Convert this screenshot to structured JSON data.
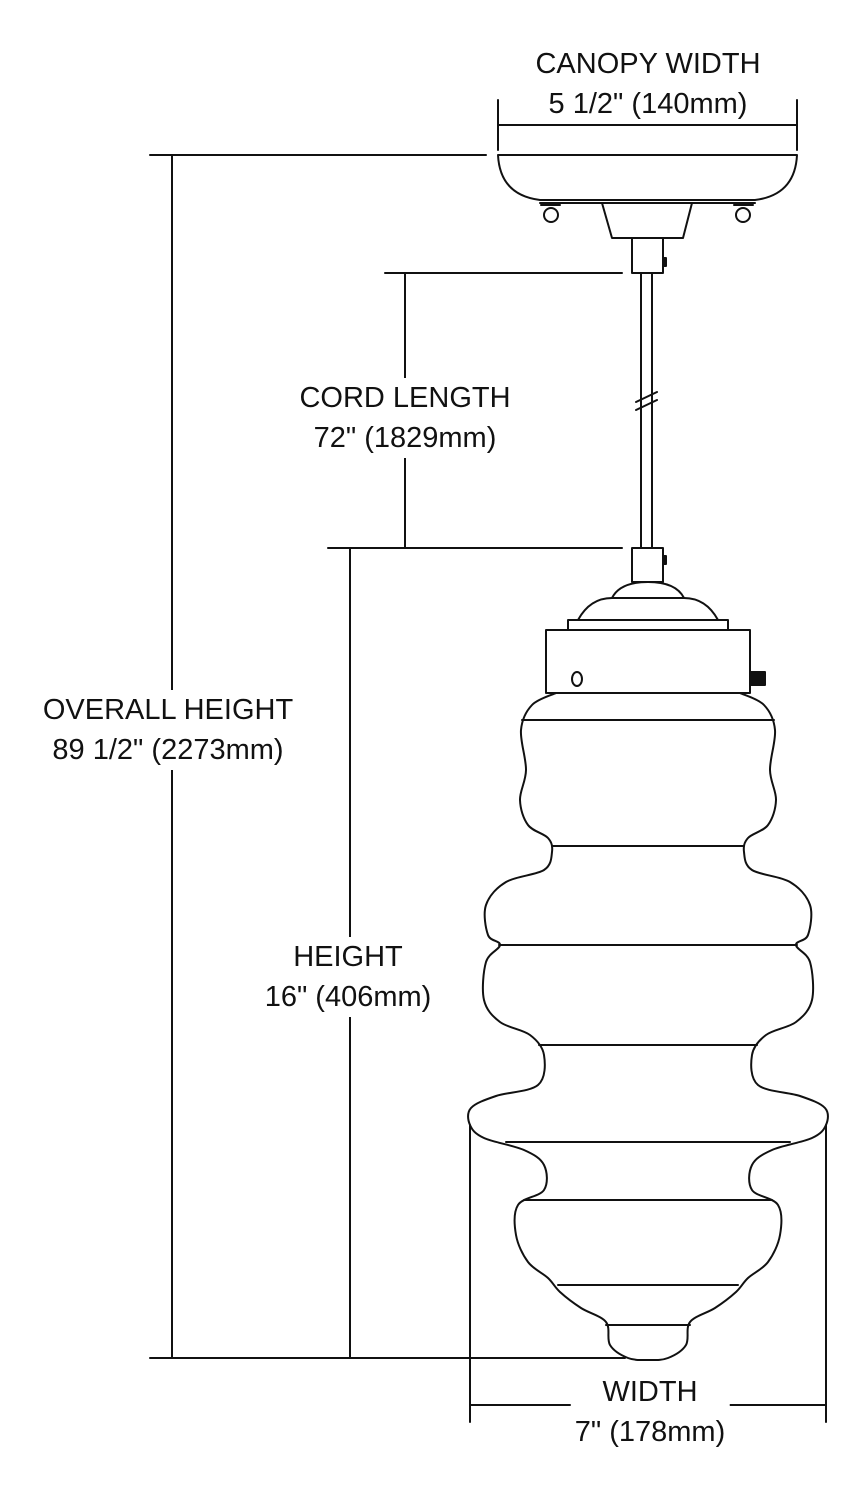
{
  "dimensions": {
    "canopy_width": {
      "label": "CANOPY WIDTH",
      "value": "5 1/2\" (140mm)"
    },
    "cord_length": {
      "label": "CORD LENGTH",
      "value": "72\" (1829mm)"
    },
    "overall_height": {
      "label": "OVERALL HEIGHT",
      "value": "89 1/2\" (2273mm)"
    },
    "height": {
      "label": "HEIGHT",
      "value": "16\" (406mm)"
    },
    "width": {
      "label": "WIDTH",
      "value": "7\" (178mm)"
    }
  },
  "colors": {
    "line": "#111111",
    "background": "#ffffff"
  }
}
